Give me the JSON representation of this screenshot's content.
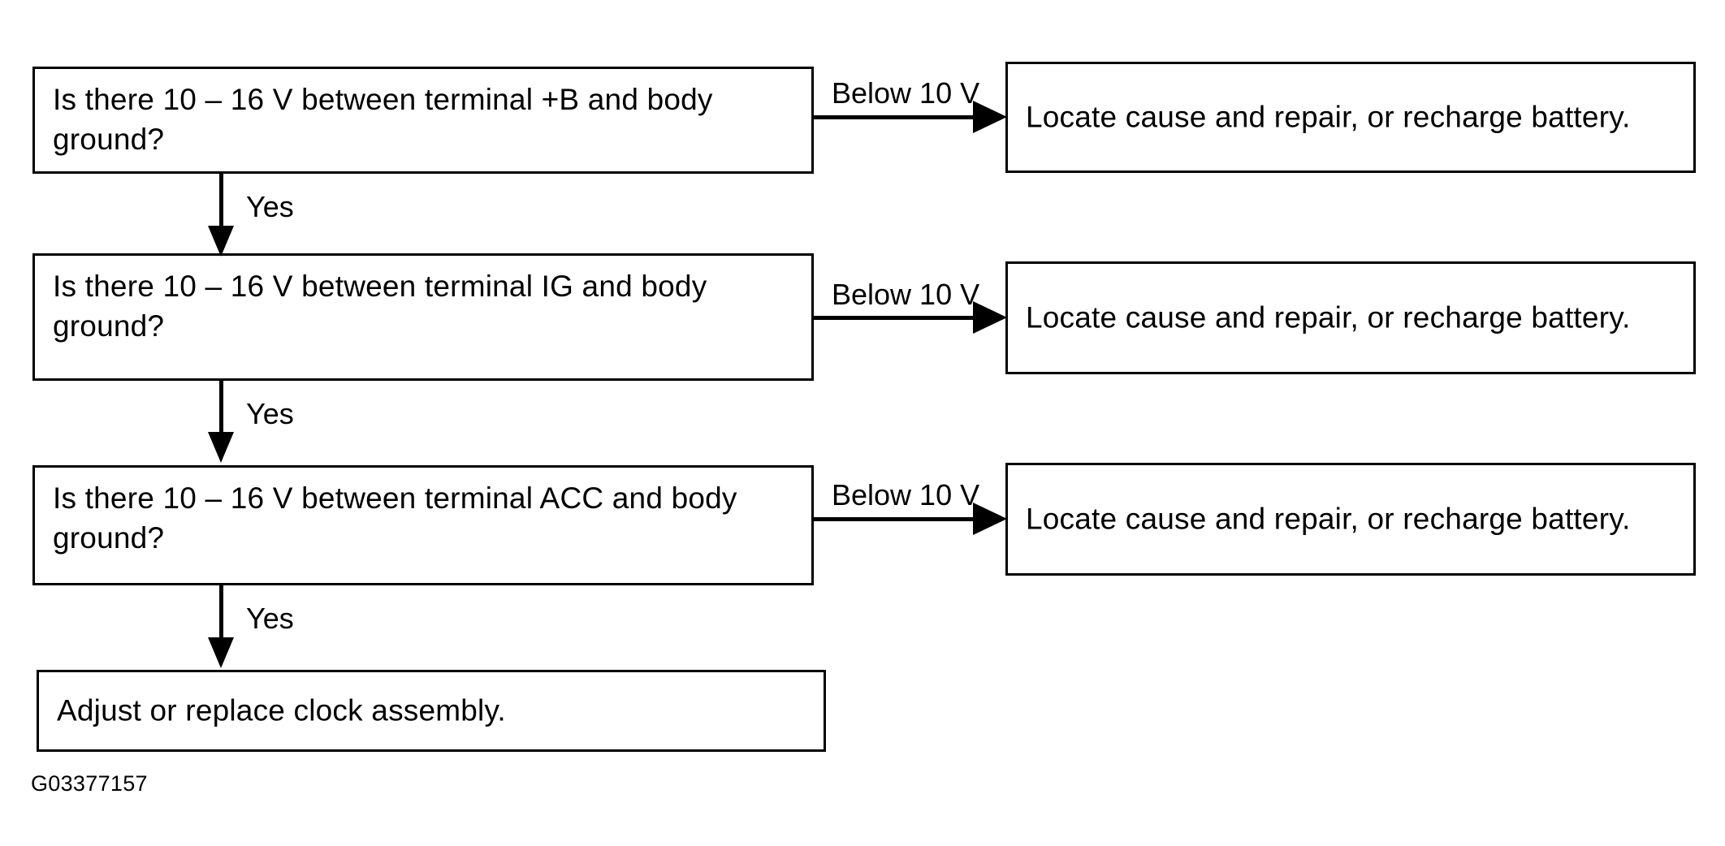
{
  "figure": {
    "code": "G03377157",
    "type": "troubleshooting-flowchart"
  },
  "nodes": {
    "check_vb": {
      "label": "Is there 10 – 16 V between terminal +B and body ground?",
      "kind": "decision"
    },
    "check_ig": {
      "label": "Is there 10 – 16 V between terminal IG and body ground?",
      "kind": "decision"
    },
    "check_acc": {
      "label": "Is there 10 – 16 V between terminal ACC and body ground?",
      "kind": "decision"
    },
    "repair_vb": {
      "label": "Locate cause and repair, or recharge battery.",
      "kind": "action"
    },
    "repair_ig": {
      "label": "Locate cause and repair, or recharge battery.",
      "kind": "action"
    },
    "repair_acc": {
      "label": "Locate cause and repair, or recharge battery.",
      "kind": "action"
    },
    "adjust_clock": {
      "label": "Adjust or replace clock assembly.",
      "kind": "action"
    }
  },
  "edges": {
    "vb_yes": {
      "label": "Yes",
      "direction": "down"
    },
    "ig_yes": {
      "label": "Yes",
      "direction": "down"
    },
    "acc_yes": {
      "label": "Yes",
      "direction": "down"
    },
    "vb_below": {
      "label": "Below 10 V",
      "direction": "right"
    },
    "ig_below": {
      "label": "Below 10 V",
      "direction": "right"
    },
    "acc_below": {
      "label": "Below 10 V",
      "direction": "right"
    }
  },
  "colors": {
    "stroke": "#000000",
    "background": "#ffffff",
    "text": "#000000"
  }
}
